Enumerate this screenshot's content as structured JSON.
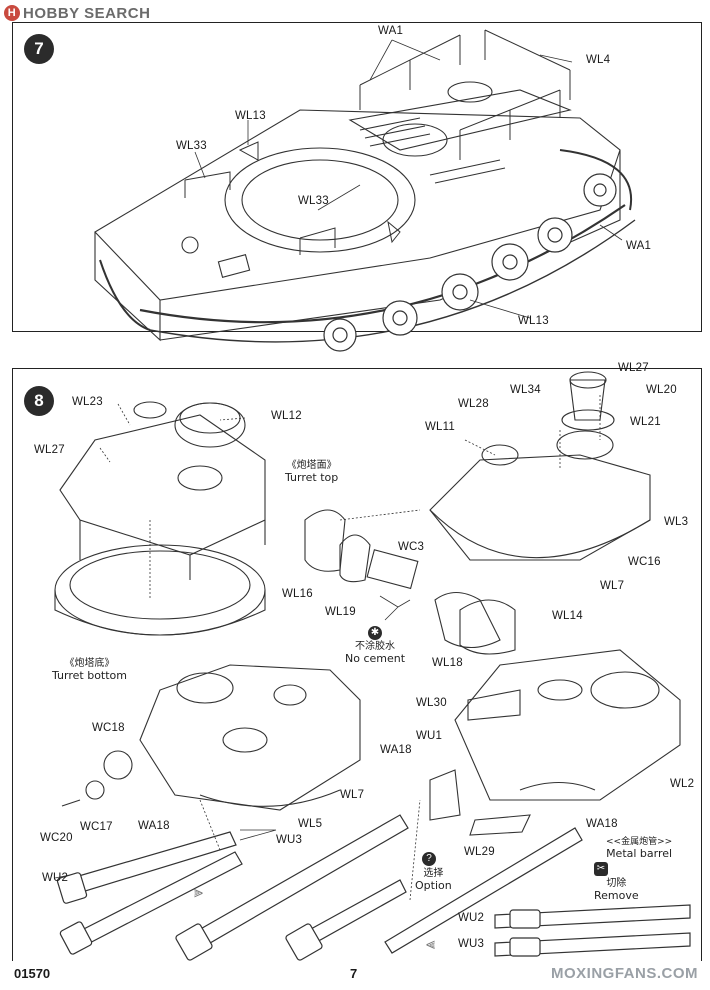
{
  "header": {
    "brand_logo_text": "H",
    "brand_text": "HOBBY SEARCH"
  },
  "step7": {
    "number": "7",
    "labels": {
      "wa1_top": "WA1",
      "wl4": "WL4",
      "wl13_top": "WL13",
      "wl33_left": "WL33",
      "wl33_mid": "WL33",
      "wa1_right": "WA1",
      "wl13_bottom": "WL13"
    }
  },
  "step8": {
    "number": "8",
    "labels": {
      "wl23": "WL23",
      "wl12": "WL12",
      "wl27_left": "WL27",
      "wl28": "WL28",
      "wl11": "WL11",
      "wl34": "WL34",
      "wl27_right": "WL27",
      "wl20": "WL20",
      "wl21": "WL21",
      "wl3": "WL3",
      "wc16": "WC16",
      "wl7_right": "WL7",
      "wc3": "WC3",
      "wl16": "WL16",
      "wl19": "WL19",
      "wl14": "WL14",
      "wl18": "WL18",
      "wl30": "WL30",
      "wu1": "WU1",
      "wc18": "WC18",
      "wa18_left": "WA18",
      "wa18_center": "WA18",
      "wa18_right": "WA18",
      "wl7_center": "WL7",
      "wl5": "WL5",
      "wl2": "WL2",
      "wc17": "WC17",
      "wc20": "WC20",
      "wl29": "WL29",
      "wu3_top": "WU3",
      "wu2_left": "WU2",
      "wu2_right": "WU2",
      "wu3_right": "WU3"
    },
    "turret_top": {
      "cn": "《炮塔面》",
      "en": "Turret top"
    },
    "turret_bottom": {
      "cn": "《炮塔底》",
      "en": "Turret bottom"
    },
    "no_cement": {
      "cn": "不涂胶水",
      "en": "No cement"
    },
    "option": {
      "icon": "?",
      "cn": "选择",
      "en": "Option"
    },
    "metal_barrel": {
      "cn": "<<金属炮管>>",
      "en": "Metal barrel"
    },
    "remove": {
      "cn": "切除",
      "en": "Remove"
    }
  },
  "footer": {
    "product_code": "01570",
    "page_number": "7",
    "watermark": "MOXINGFANS.COM"
  }
}
